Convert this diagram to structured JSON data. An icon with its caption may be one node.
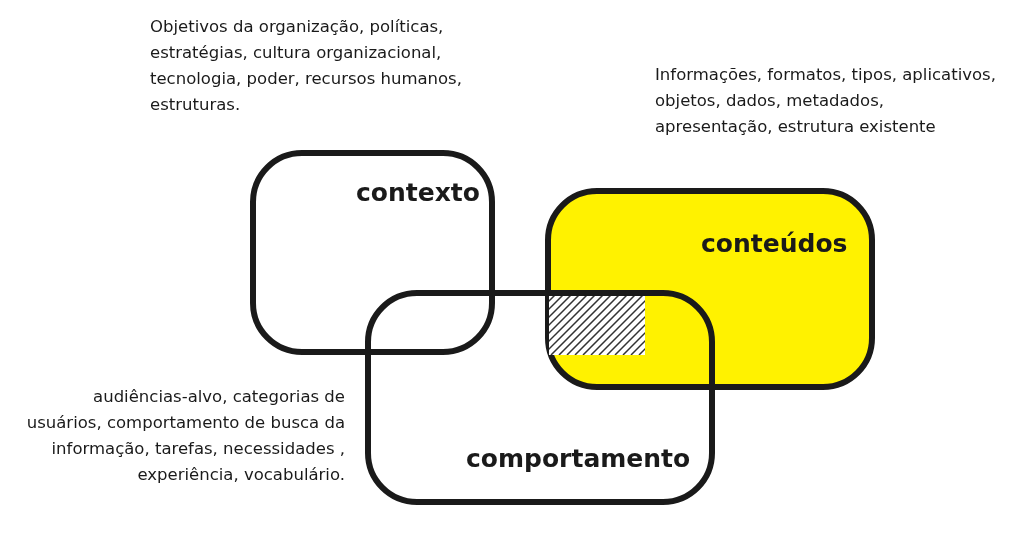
{
  "diagram": {
    "nodes": [
      {
        "text": [
          "contexto"
        ],
        "beside": [
          "Objetivos da organização, políticas, estratégias, cultura organizacional, tecnologia, poder, recursos humanos, estruturas."
        ]
      },
      {
        "text": [
          "conteúdos"
        ],
        "beside": [
          "Informações, formatos, tipos, aplicativos, objetos, dados, metadados, apresentação, estrutura existente"
        ]
      },
      {
        "text": [
          "comportamento"
        ],
        "beside": [
          "audiências-alvo, categorias de usuários, comportamento de busca da informação, tarefas, necessidades , experiência, vocabulário."
        ]
      }
    ]
  }
}
